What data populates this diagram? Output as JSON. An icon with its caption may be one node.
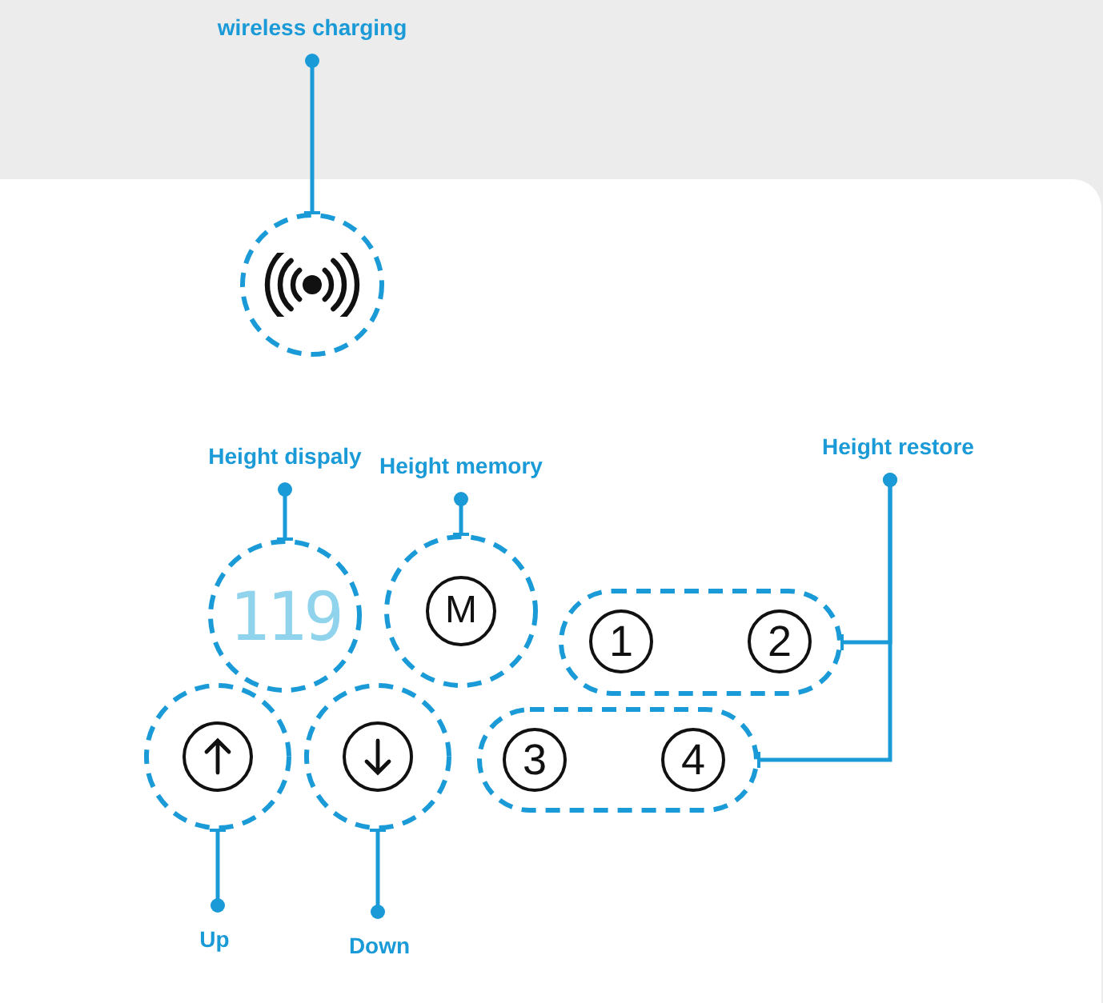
{
  "diagram": {
    "nodes": [
      {
        "text": [
          "wireless charging"
        ]
      },
      {
        "text": [],
        "shape": "circle"
      },
      {
        "text": [
          "Height dispaly"
        ]
      },
      {
        "text": [
          "119"
        ]
      },
      {
        "text": [
          "Height memory"
        ]
      },
      {
        "text": [
          "M"
        ]
      },
      {
        "text": [
          "Height restore"
        ]
      },
      {
        "text": [],
        "shape": "capsule"
      },
      {
        "text": [
          "1"
        ],
        "in": 7
      },
      {
        "text": [
          "2"
        ],
        "in": 7
      },
      {
        "text": [],
        "shape": "capsule"
      },
      {
        "text": [
          "3"
        ],
        "in": 10
      },
      {
        "text": [
          "4"
        ],
        "in": 10
      },
      {
        "text": [],
        "shape": "circle"
      },
      {
        "text": [],
        "shape": "circle"
      },
      {
        "text": [
          "Up"
        ]
      },
      {
        "text": [
          "Down"
        ]
      }
    ],
    "edges": [
      {
        "from": 0,
        "to": 1,
        "arrow": "other"
      },
      {
        "from": 2,
        "to": 3,
        "arrow": "other"
      },
      {
        "from": 4,
        "to": 5,
        "arrow": "other"
      },
      {
        "from": 6,
        "to": 7,
        "arrow": "other"
      },
      {
        "from": 6,
        "to": 10,
        "arrow": "other"
      },
      {
        "from": 15,
        "to": 13,
        "arrow": "other"
      },
      {
        "from": 16,
        "to": 14,
        "arrow": "other"
      }
    ]
  }
}
